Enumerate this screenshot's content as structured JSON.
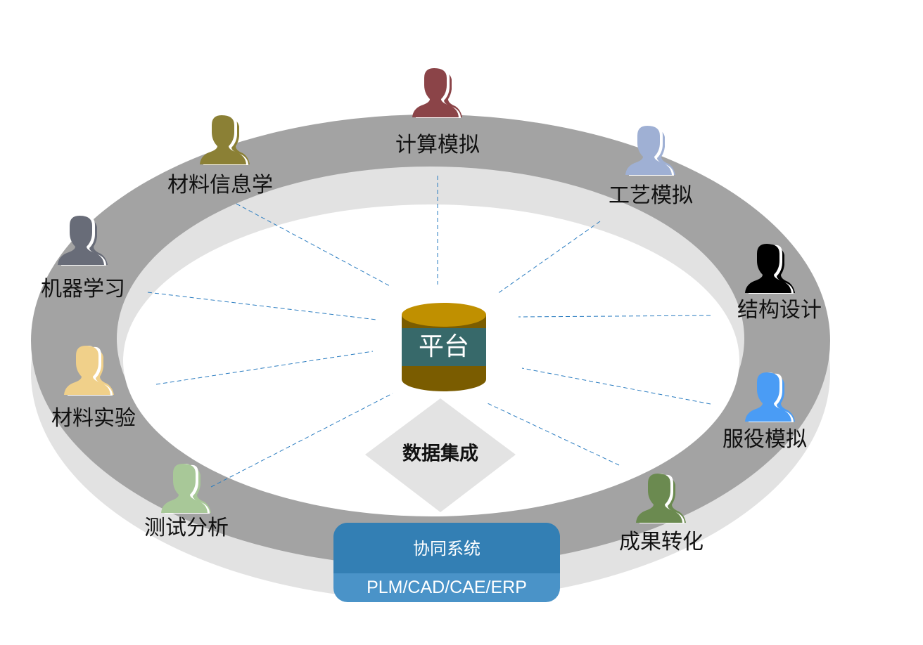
{
  "center": {
    "label": "平台",
    "colors": {
      "top": "#c09000",
      "band": "#37696a",
      "bottom": "#7a5c00"
    }
  },
  "integration": {
    "label": "数据集成"
  },
  "collab": {
    "title": "协同系统",
    "systems": "PLM/CAD/CAE/ERP"
  },
  "nodes": [
    {
      "label": "计算模拟",
      "color": "#8b4448",
      "icon": "user-group-icon"
    },
    {
      "label": "材料信息学",
      "color": "#8b8035",
      "icon": "user-group-icon"
    },
    {
      "label": "工艺模拟",
      "color": "#9fb0d4",
      "icon": "user-group-icon"
    },
    {
      "label": "机器学习",
      "color": "#686c78",
      "icon": "user-group-icon"
    },
    {
      "label": "结构设计",
      "color": "#000000",
      "icon": "user-group-icon"
    },
    {
      "label": "材料实验",
      "color": "#f0d08a",
      "icon": "user-group-icon"
    },
    {
      "label": "服役模拟",
      "color": "#4a9cf5",
      "icon": "user-group-icon"
    },
    {
      "label": "测试分析",
      "color": "#a8c898",
      "icon": "user-group-icon"
    },
    {
      "label": "成果转化",
      "color": "#6b8a50",
      "icon": "user-group-icon"
    }
  ]
}
